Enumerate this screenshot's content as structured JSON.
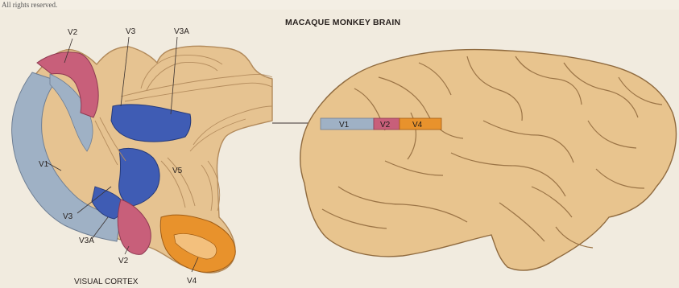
{
  "corner_caption": "All rights reserved.",
  "title": "MACAQUE MONKEY BRAIN",
  "section_caption": "VISUAL CORTEX",
  "colors": {
    "V1": "#9fb1c5",
    "V2": "#c85f7a",
    "V3": "#3f5cb4",
    "V3A": "#3f5cb4",
    "V4": "#e8922c",
    "V5": "#e6c391",
    "tissue": "#e6c391",
    "background": "#f4efe4"
  },
  "section_labels": {
    "v2_top": "V2",
    "v3_top": "V3",
    "v3a_top": "V3A",
    "v5": "V5",
    "v1": "V1",
    "v3_bottom": "V3",
    "v3a_bottom": "V3A",
    "v2_bottom": "V2",
    "v4": "V4"
  },
  "side_view_bar": [
    {
      "label": "V1",
      "color": "#9fb1c5"
    },
    {
      "label": "V2",
      "color": "#c85f7a"
    },
    {
      "label": "V4",
      "color": "#e8922c"
    }
  ]
}
